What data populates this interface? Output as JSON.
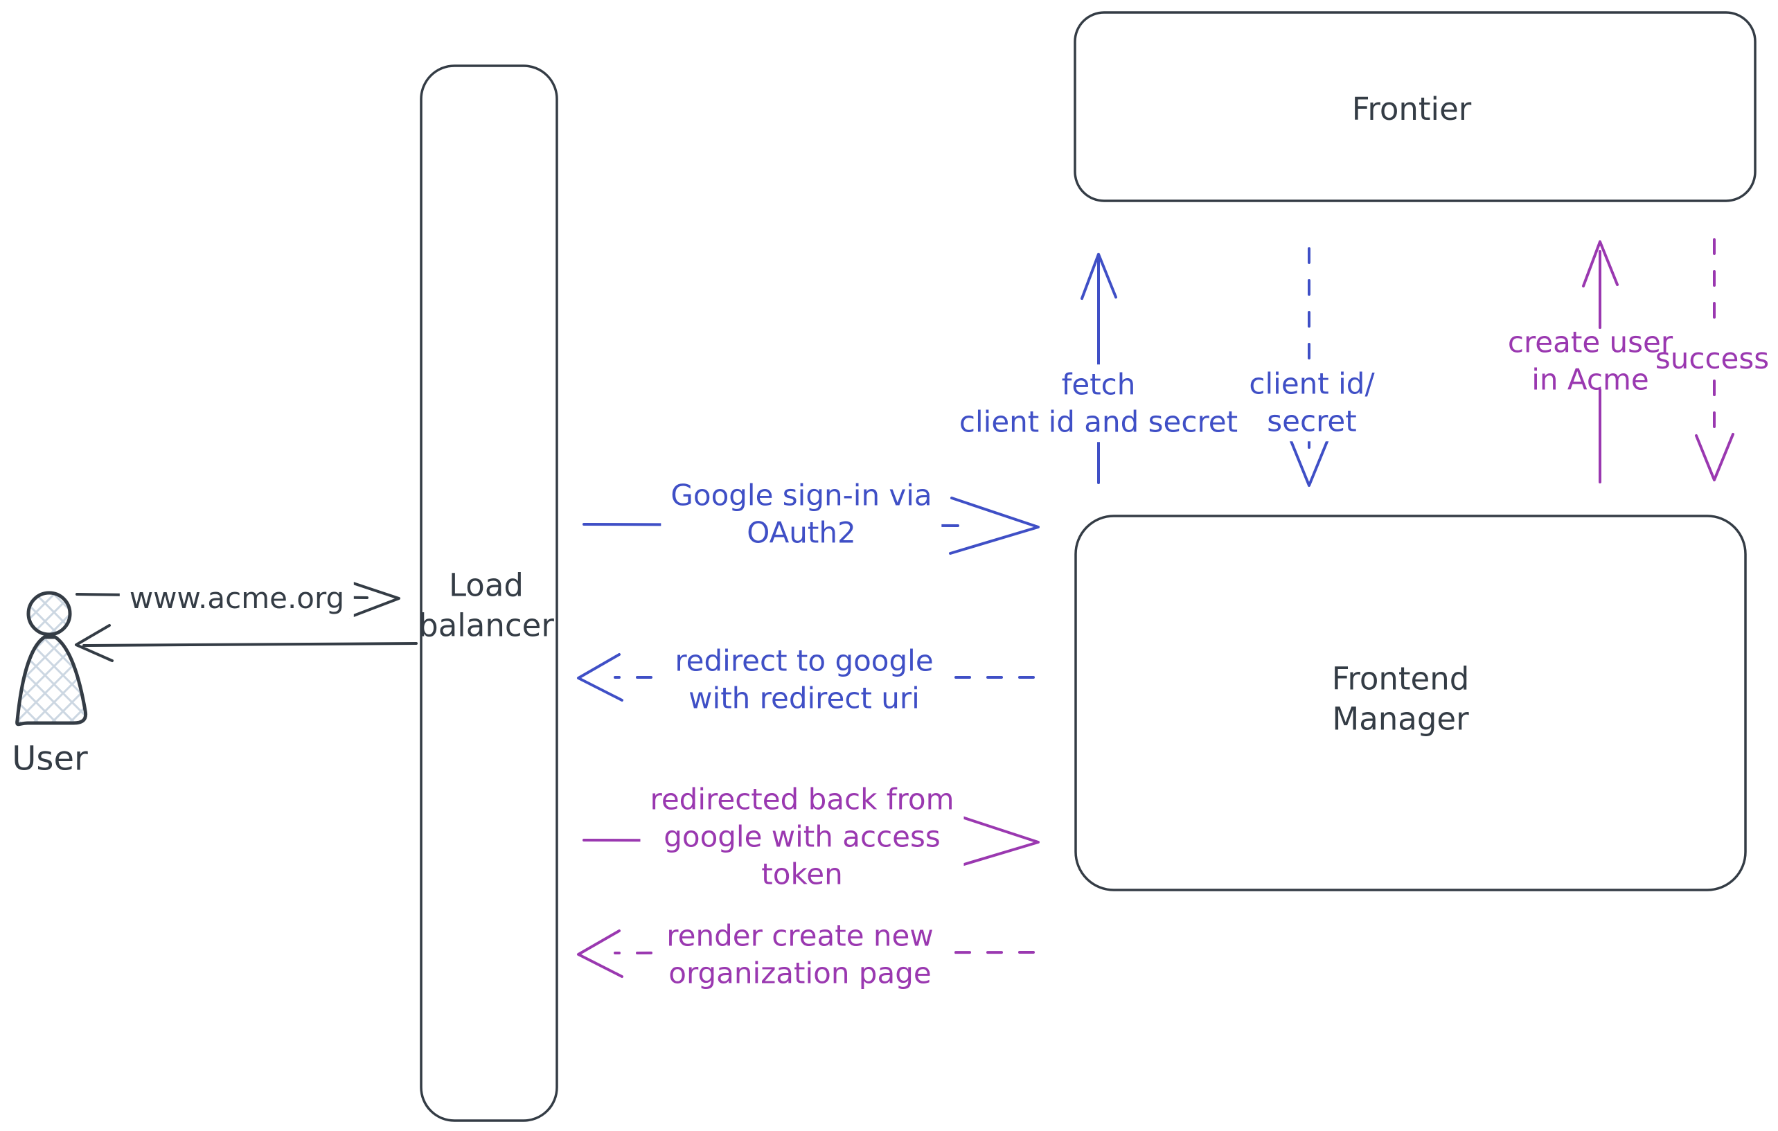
{
  "colors": {
    "ink": "#343c45",
    "blue": "#3f4fc6",
    "purple": "#9a38b0",
    "hatch": "#ccd7e2",
    "background": "#ffffff"
  },
  "nodes": {
    "user": {
      "label": "User"
    },
    "load_balancer": {
      "line1": "Load",
      "line2": "balancer"
    },
    "frontier": {
      "label": "Frontier"
    },
    "frontend_manager": {
      "line1": "Frontend",
      "line2": "Manager"
    }
  },
  "edges": {
    "www_acme": {
      "label": "www.acme.org"
    },
    "google_signin": {
      "line1": "Google sign-in via",
      "line2": "OAuth2"
    },
    "redirect_google": {
      "line1": "redirect to google",
      "line2": "with redirect uri"
    },
    "redirected_back": {
      "line1": "redirected back from",
      "line2": "google with access",
      "line3": "token"
    },
    "render_org": {
      "line1": "render create new",
      "line2": "organization page"
    },
    "fetch_client": {
      "line1": "fetch",
      "line2": "client id and secret"
    },
    "client_id_secret": {
      "line1": "client id/",
      "line2": "secret"
    },
    "create_user": {
      "line1": "create user",
      "line2": "in Acme"
    },
    "success": {
      "label": "success"
    }
  }
}
